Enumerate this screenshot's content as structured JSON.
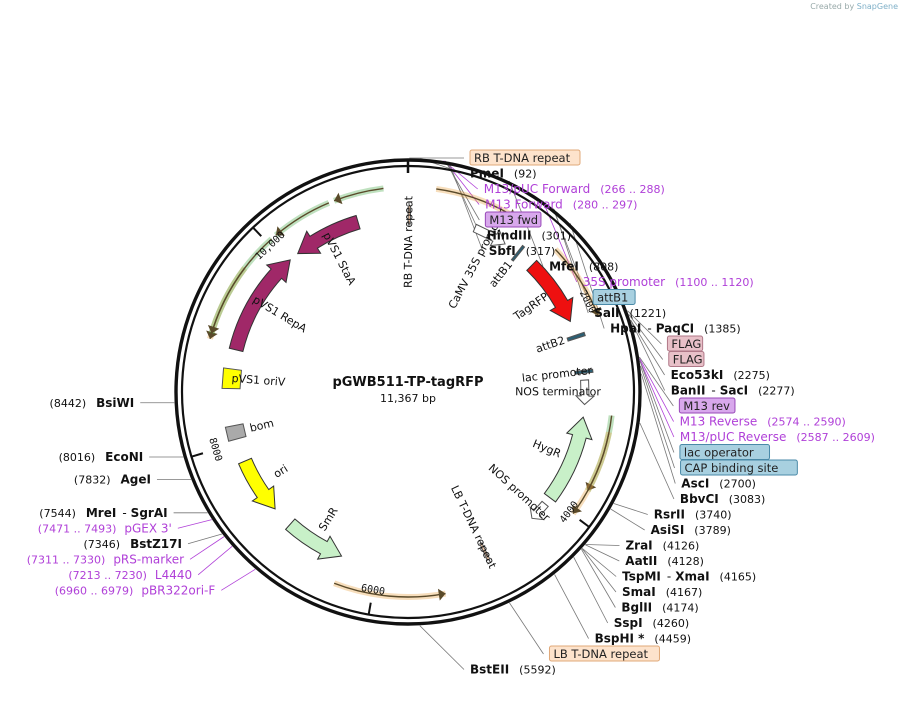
{
  "credit": {
    "prefix": "Created by",
    "brand": "SnapGene"
  },
  "plasmid": {
    "name": "pGWB511-TP-tagRFP",
    "size": "11,367 bp",
    "length": 11367
  },
  "ticks": [
    {
      "pos": 2000,
      "label": "2000"
    },
    {
      "pos": 4000,
      "label": "4000"
    },
    {
      "pos": 6000,
      "label": "6000"
    },
    {
      "pos": 8000,
      "label": "8000"
    },
    {
      "pos": 10000,
      "label": "10,000"
    }
  ],
  "features": [
    {
      "id": "feat-rb",
      "name": "RB T-DNA repeat",
      "start": 1,
      "end": 25,
      "type": "box",
      "color": "#f0c8a8"
    },
    {
      "id": "feat-35s",
      "name": "CaMV 35S promoter",
      "start": 700,
      "end": 1050,
      "type": "promoter",
      "color": "#ffffff"
    },
    {
      "id": "feat-attb1",
      "name": "attB1",
      "start": 1200,
      "end": 1225,
      "type": "box",
      "color": "#2c5f73"
    },
    {
      "id": "feat-tagrfp",
      "name": "TagRFP",
      "start": 1400,
      "end": 2100,
      "type": "arrow",
      "color": "#ee1010"
    },
    {
      "id": "feat-attb2",
      "name": "attB2",
      "start": 2250,
      "end": 2285,
      "type": "box",
      "color": "#2c5f73"
    },
    {
      "id": "feat-lac",
      "name": "lac promoter",
      "start": 2620,
      "end": 2650,
      "type": "box",
      "color": "#2c5f73"
    },
    {
      "id": "feat-nost",
      "name": "NOS terminator",
      "start": 2720,
      "end": 2970,
      "type": "promoter",
      "color": "#ffffff"
    },
    {
      "id": "feat-hygr",
      "name": "HygR",
      "start": 3100,
      "end": 4000,
      "type": "arrowrev",
      "color": "#c8f0c8"
    },
    {
      "id": "feat-nosp",
      "name": "NOS promoter",
      "start": 4080,
      "end": 4280,
      "type": "promoter",
      "color": "#ffffff"
    },
    {
      "id": "feat-lb",
      "name": "LB T-DNA repeat",
      "start": 4860,
      "end": 4885,
      "type": "box",
      "color": "#f0c8a8"
    },
    {
      "id": "feat-smr",
      "name": "SmR",
      "start": 6380,
      "end": 7000,
      "type": "arrowrev",
      "color": "#c8f0c8"
    },
    {
      "id": "feat-ori",
      "name": "ori",
      "start": 7220,
      "end": 7800,
      "type": "arrowrev",
      "color": "#ffff00"
    },
    {
      "id": "feat-bom",
      "name": "bom",
      "start": 8040,
      "end": 8180,
      "type": "box",
      "color": "#aaaaaa"
    },
    {
      "id": "feat-pvs1ori",
      "name": "pVS1 oriV",
      "start": 8560,
      "end": 8760,
      "type": "box",
      "color": "#ffff00"
    },
    {
      "id": "feat-repa",
      "name": "pVS1 RepA",
      "start": 8960,
      "end": 10050,
      "type": "arrow",
      "color": "#a02868"
    },
    {
      "id": "feat-staa",
      "name": "pVS1 StaA",
      "start": 10150,
      "end": 10850,
      "type": "arrowrev",
      "color": "#a02868"
    }
  ],
  "arcs": [
    {
      "start": 250,
      "end": 1000,
      "dir": 1,
      "color": "#e8a040"
    },
    {
      "start": 1450,
      "end": 2150,
      "dir": 1,
      "color": "#e8a040"
    },
    {
      "start": 3050,
      "end": 3750,
      "dir": 1,
      "color": "#48a848"
    },
    {
      "start": 3200,
      "end": 3990,
      "dir": 1,
      "color": "#e8a040"
    },
    {
      "start": 5350,
      "end": 6350,
      "dir": -1,
      "color": "#e8a040"
    },
    {
      "start": 9000,
      "end": 9700,
      "dir": -1,
      "color": "#e8a040"
    },
    {
      "start": 9050,
      "end": 10050,
      "dir": -1,
      "color": "#48a848"
    },
    {
      "start": 10100,
      "end": 10650,
      "dir": -1,
      "color": "#48a848"
    },
    {
      "start": 10700,
      "end": 11150,
      "dir": -1,
      "color": "#48a848"
    }
  ],
  "labels": [
    {
      "id": "lbl-rb",
      "kind": "box",
      "text": "RB T-DNA repeat",
      "pos": 10,
      "bg": "#fde3cc",
      "border": "#e0a878"
    },
    {
      "id": "lbl-pmei",
      "kind": "enzyme",
      "name": "PmeI",
      "loc": "(92)",
      "pos": 92
    },
    {
      "id": "lbl-m13puc-f",
      "kind": "primer",
      "text": "M13/pUC Forward",
      "loc": "(266 .. 288)",
      "pos": 277,
      "color": "#b040d8"
    },
    {
      "id": "lbl-m13-f",
      "kind": "primer",
      "text": "M13 Forward",
      "loc": "(280 .. 297)",
      "pos": 288,
      "color": "#b040d8"
    },
    {
      "id": "lbl-m13fwd",
      "kind": "box",
      "text": "M13 fwd",
      "pos": 290,
      "bg": "#d8a8ec",
      "border": "#9848b8"
    },
    {
      "id": "lbl-hindiii",
      "kind": "enzyme",
      "name": "HindIII",
      "loc": "(301)",
      "pos": 301
    },
    {
      "id": "lbl-sbfi",
      "kind": "enzyme",
      "name": "SbfI",
      "loc": "(317)",
      "pos": 317
    },
    {
      "id": "lbl-mfei",
      "kind": "enzyme",
      "name": "MfeI",
      "loc": "(808)",
      "pos": 808
    },
    {
      "id": "lbl-35s",
      "kind": "primer",
      "text": "35S promoter",
      "loc": "(1100 .. 1120)",
      "pos": 1110,
      "color": "#b040d8"
    },
    {
      "id": "lbl-attb1",
      "kind": "box",
      "text": "attB1",
      "pos": 1210,
      "bg": "#a8d0e0",
      "border": "#4a8aa8"
    },
    {
      "id": "lbl-sali",
      "kind": "enzyme",
      "name": "SalI",
      "loc": "(1221)",
      "pos": 1221
    },
    {
      "id": "lbl-hpai",
      "kind": "enzyme",
      "name": "HpaI",
      "name2": "PaqCI",
      "loc": "(1385)",
      "pos": 1385
    },
    {
      "id": "lbl-flag1",
      "kind": "box",
      "text": "FLAG",
      "pos": 2200,
      "bg": "#e8c0c8",
      "border": "#b07888"
    },
    {
      "id": "lbl-flag2",
      "kind": "box",
      "text": "FLAG",
      "pos": 2230,
      "bg": "#e8c0c8",
      "border": "#b07888"
    },
    {
      "id": "lbl-eco53ki",
      "kind": "enzyme",
      "name": "Eco53kI",
      "loc": "(2275)",
      "pos": 2275
    },
    {
      "id": "lbl-banii",
      "kind": "enzyme",
      "name": "BanII",
      "name2": "SacI",
      "loc": "(2277)",
      "pos": 2277
    },
    {
      "id": "lbl-m13rev",
      "kind": "box",
      "text": "M13 rev",
      "pos": 2570,
      "bg": "#d8a8ec",
      "border": "#9848b8"
    },
    {
      "id": "lbl-m13-r",
      "kind": "primer",
      "text": "M13 Reverse",
      "loc": "(2574 .. 2590)",
      "pos": 2582,
      "color": "#b040d8"
    },
    {
      "id": "lbl-lacop",
      "kind": "box",
      "text": "lac operator",
      "pos": 2600,
      "bg": "#a8d0e0",
      "border": "#4a8aa8"
    },
    {
      "id": "lbl-m13puc-r",
      "kind": "primer",
      "text": "M13/pUC Reverse",
      "loc": "(2587 .. 2609)",
      "pos": 2598,
      "color": "#b040d8"
    },
    {
      "id": "lbl-cap",
      "kind": "box",
      "text": "CAP binding site",
      "pos": 2640,
      "bg": "#a8d0e0",
      "border": "#4a8aa8"
    },
    {
      "id": "lbl-asci",
      "kind": "enzyme",
      "name": "AscI",
      "loc": "(2700)",
      "pos": 2700
    },
    {
      "id": "lbl-bbvci",
      "kind": "enzyme",
      "name": "BbvCI",
      "loc": "(3083)",
      "pos": 3083
    },
    {
      "id": "lbl-rsrii",
      "kind": "enzyme",
      "name": "RsrII",
      "loc": "(3740)",
      "pos": 3740
    },
    {
      "id": "lbl-asisi",
      "kind": "enzyme",
      "name": "AsiSI",
      "loc": "(3789)",
      "pos": 3789
    },
    {
      "id": "lbl-zrai",
      "kind": "enzyme",
      "name": "ZraI",
      "loc": "(4126)",
      "pos": 4126
    },
    {
      "id": "lbl-aatii",
      "kind": "enzyme",
      "name": "AatII",
      "loc": "(4128)",
      "pos": 4128
    },
    {
      "id": "lbl-tspmi",
      "kind": "enzyme",
      "name": "TspMI",
      "name2": "XmaI",
      "loc": "(4165)",
      "pos": 4165
    },
    {
      "id": "lbl-smai",
      "kind": "enzyme",
      "name": "SmaI",
      "loc": "(4167)",
      "pos": 4167
    },
    {
      "id": "lbl-bglii",
      "kind": "enzyme",
      "name": "BglII",
      "loc": "(4174)",
      "pos": 4174
    },
    {
      "id": "lbl-sspi",
      "kind": "enzyme",
      "name": "SspI",
      "loc": "(4260)",
      "pos": 4260
    },
    {
      "id": "lbl-bsphi",
      "kind": "enzyme",
      "name": "BspHI *",
      "loc": "(4459)",
      "pos": 4459
    },
    {
      "id": "lbl-lb",
      "kind": "box",
      "text": "LB T-DNA repeat",
      "pos": 4872,
      "bg": "#fde3cc",
      "border": "#e0a878"
    },
    {
      "id": "lbl-bsteii",
      "kind": "enzyme",
      "name": "BstEII",
      "loc": "(5592)",
      "pos": 5592
    },
    {
      "id": "lbl-pbr322",
      "kind": "primer",
      "text": "pBR322ori-F",
      "loc": "(6960 .. 6979)",
      "pos": 6970,
      "color": "#b040d8",
      "left": true
    },
    {
      "id": "lbl-l4440",
      "kind": "primer",
      "text": "L4440",
      "loc": "(7213 .. 7230)",
      "pos": 7222,
      "color": "#b040d8",
      "left": true
    },
    {
      "id": "lbl-prs",
      "kind": "primer",
      "text": "pRS-marker",
      "loc": "(7311 .. 7330)",
      "pos": 7320,
      "color": "#b040d8",
      "left": true
    },
    {
      "id": "lbl-bstz17i",
      "kind": "enzyme",
      "name": "BstZ17I",
      "loc": "(7346)",
      "pos": 7346,
      "left": true
    },
    {
      "id": "lbl-pgex",
      "kind": "primer",
      "text": "pGEX 3'",
      "loc": "(7471 .. 7493)",
      "pos": 7482,
      "color": "#b040d8",
      "left": true
    },
    {
      "id": "lbl-mrei",
      "kind": "enzyme",
      "name": "MreI",
      "name2": "SgrAI",
      "loc": "(7544)",
      "pos": 7544,
      "left": true
    },
    {
      "id": "lbl-agei",
      "kind": "enzyme",
      "name": "AgeI",
      "loc": "(7832)",
      "pos": 7832,
      "left": true
    },
    {
      "id": "lbl-econi",
      "kind": "enzyme",
      "name": "EcoNI",
      "loc": "(8016)",
      "pos": 8016,
      "left": true
    },
    {
      "id": "lbl-bsiwi",
      "kind": "enzyme",
      "name": "BsiWI",
      "loc": "(8442)",
      "pos": 8442,
      "left": true
    }
  ]
}
